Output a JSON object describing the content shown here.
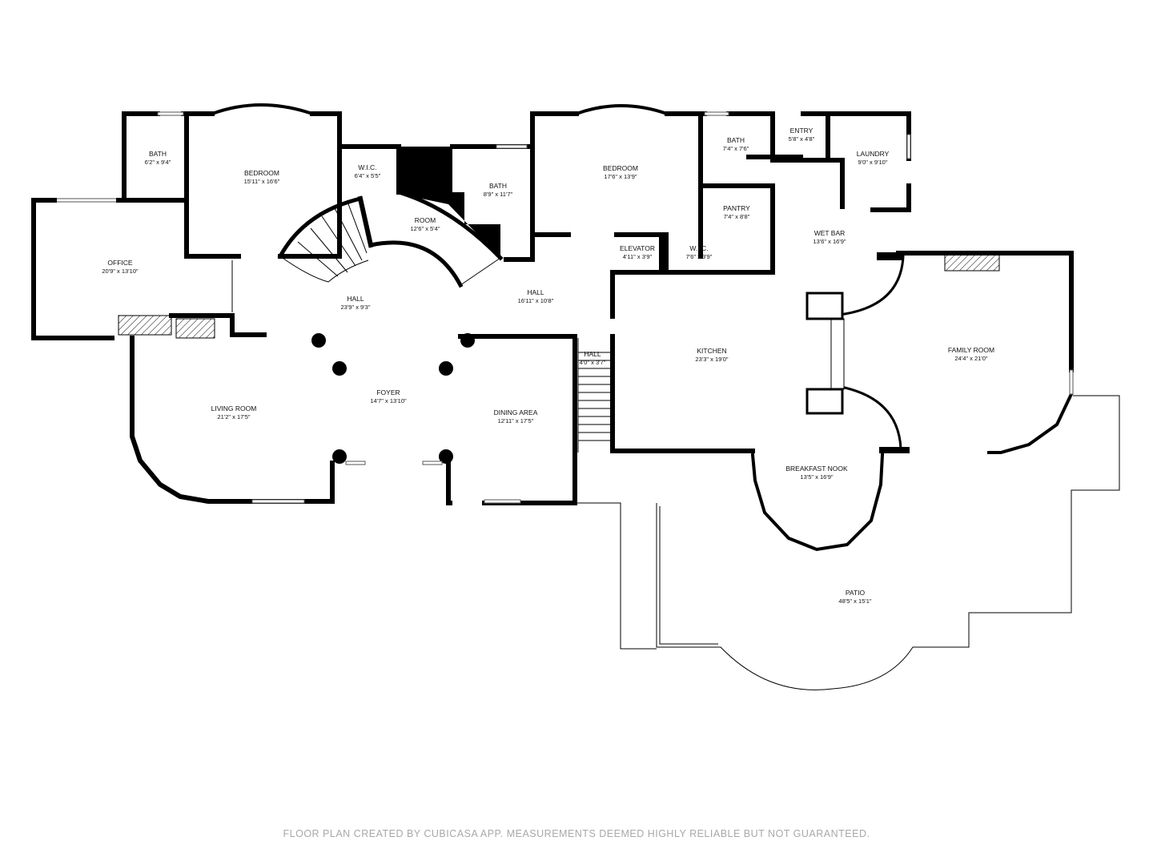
{
  "rooms": [
    {
      "id": "bath-1",
      "name": "BATH",
      "dims": "6'2\" x 9'4\""
    },
    {
      "id": "bedroom-1",
      "name": "BEDROOM",
      "dims": "15'11\" x 16'6\""
    },
    {
      "id": "wic-1",
      "name": "W.I.C.",
      "dims": "6'4\" x 5'5\""
    },
    {
      "id": "bath-2",
      "name": "BATH",
      "dims": "8'9\" x 11'7\""
    },
    {
      "id": "room",
      "name": "ROOM",
      "dims": "12'6\" x 5'4\""
    },
    {
      "id": "bedroom-2",
      "name": "BEDROOM",
      "dims": "17'6\" x 13'9\""
    },
    {
      "id": "bath-3",
      "name": "BATH",
      "dims": "7'4\" x 7'6\""
    },
    {
      "id": "entry",
      "name": "ENTRY",
      "dims": "5'8\" x 4'8\""
    },
    {
      "id": "laundry",
      "name": "LAUNDRY",
      "dims": "9'0\" x 9'10\""
    },
    {
      "id": "pantry",
      "name": "PANTRY",
      "dims": "7'4\" x 8'8\""
    },
    {
      "id": "wet-bar",
      "name": "WET BAR",
      "dims": "13'6\" x 16'9\""
    },
    {
      "id": "elevator",
      "name": "ELEVATOR",
      "dims": "4'11\" x 3'9\""
    },
    {
      "id": "wic-2",
      "name": "W.I.C.",
      "dims": "7'6\" x 3'9\""
    },
    {
      "id": "office",
      "name": "OFFICE",
      "dims": "20'9\" x 13'10\""
    },
    {
      "id": "hall-1",
      "name": "HALL",
      "dims": "23'9\" x 9'3\""
    },
    {
      "id": "hall-2",
      "name": "HALL",
      "dims": "16'11\" x 10'8\""
    },
    {
      "id": "hall-3",
      "name": "HALL",
      "dims": "4'0\" x 3'7\""
    },
    {
      "id": "kitchen",
      "name": "KITCHEN",
      "dims": "23'3\" x 19'0\""
    },
    {
      "id": "family-room",
      "name": "FAMILY ROOM",
      "dims": "24'4\" x 21'0\""
    },
    {
      "id": "living-room",
      "name": "LIVING ROOM",
      "dims": "21'2\" x 17'5\""
    },
    {
      "id": "foyer",
      "name": "FOYER",
      "dims": "14'7\" x 13'10\""
    },
    {
      "id": "dining-area",
      "name": "DINING AREA",
      "dims": "12'11\" x 17'5\""
    },
    {
      "id": "breakfast-nook",
      "name": "BREAKFAST NOOK",
      "dims": "13'5\" x 16'9\""
    },
    {
      "id": "patio",
      "name": "PATIO",
      "dims": "48'5\" x 15'1\""
    }
  ],
  "footer": "FLOOR PLAN CREATED BY CUBICASA APP. MEASUREMENTS DEEMED HIGHLY RELIABLE BUT NOT GUARANTEED."
}
